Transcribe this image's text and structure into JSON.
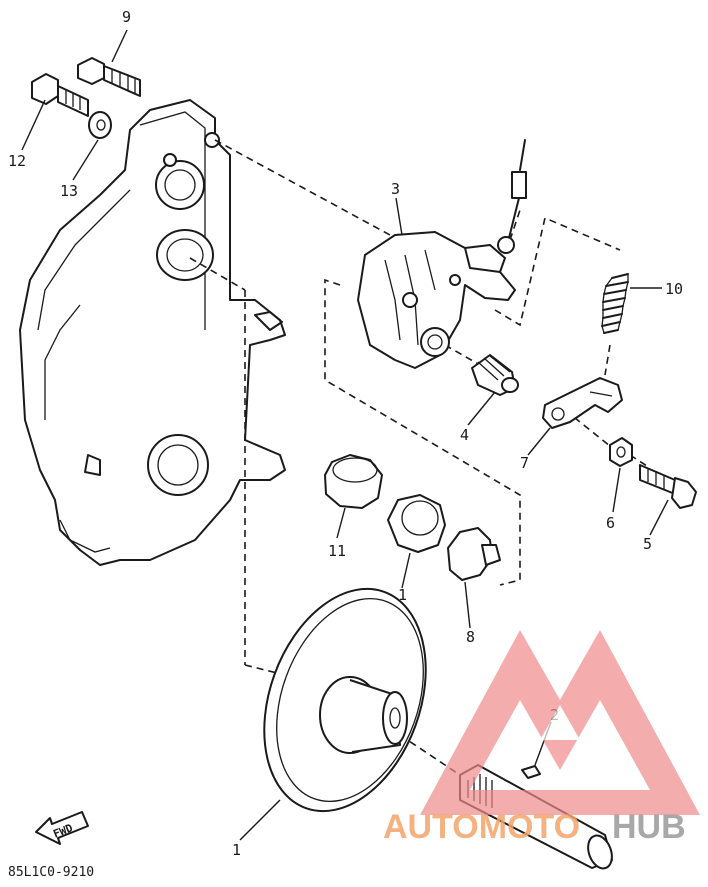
{
  "diagram": {
    "part_numbers": {
      "p1_pulley": "1",
      "p1_bush": "1",
      "p2": "2",
      "p3": "3",
      "p4": "4",
      "p5": "5",
      "p6": "6",
      "p7": "7",
      "p8": "8",
      "p9": "9",
      "p10": "10",
      "p11": "11",
      "p12": "12",
      "p13": "13"
    },
    "forward_marker": "FWD",
    "drawing_code": "85L1C0-9210"
  },
  "watermark": {
    "brand_part1": "AUTOMOTO",
    "brand_part2": "HUB",
    "colors": {
      "logo": "#f08a8a",
      "auto": "#f4a46a",
      "hub": "#9a9a9a"
    }
  }
}
